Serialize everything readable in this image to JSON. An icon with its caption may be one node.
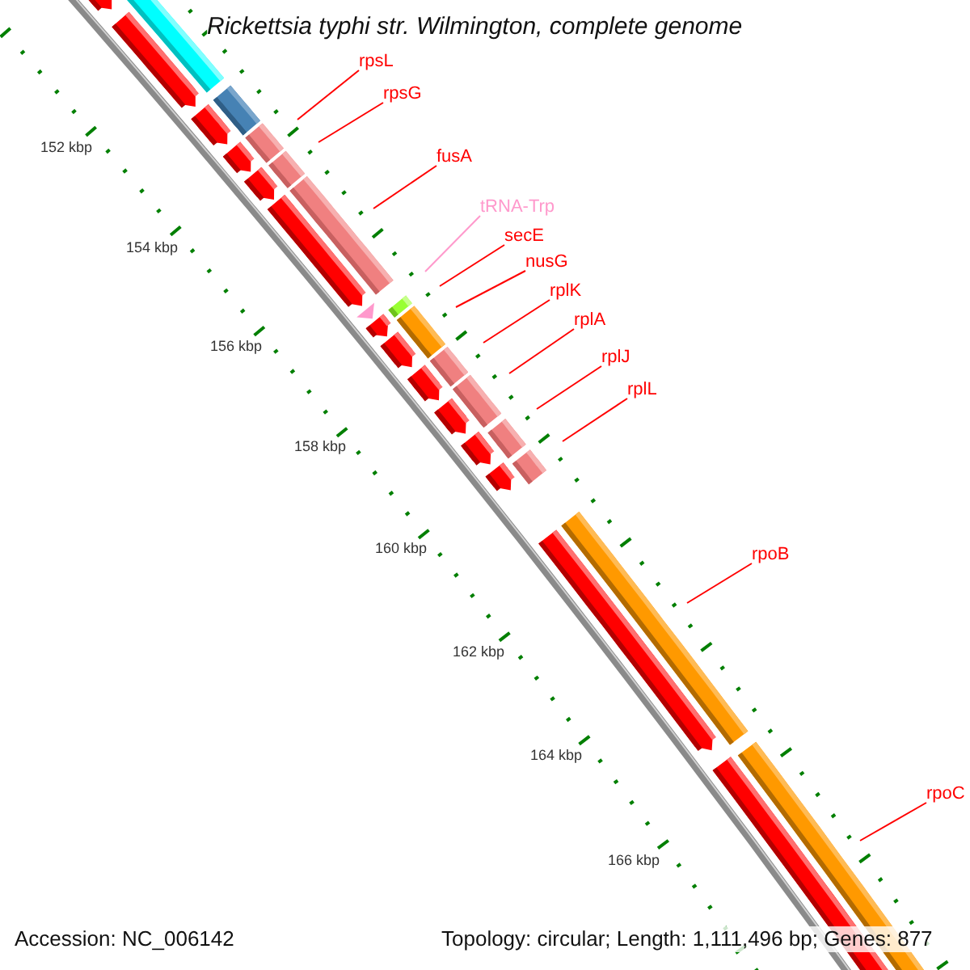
{
  "diagram": {
    "title": "Rickettsia typhi str. Wilmington, complete genome",
    "nodes": [
      {
        "text": [
          "rpsL"
        ]
      },
      {
        "text": [
          "rpsG"
        ]
      },
      {
        "text": [
          "fusA"
        ]
      },
      {
        "text": [
          "tRNA-Trp"
        ]
      },
      {
        "text": [
          "secE"
        ]
      },
      {
        "text": [
          "nusG"
        ]
      },
      {
        "text": [
          "rplK"
        ]
      },
      {
        "text": [
          "rplA"
        ]
      },
      {
        "text": [
          "rplJ"
        ]
      },
      {
        "text": [
          "rplL"
        ]
      },
      {
        "text": [
          "rpoB"
        ]
      },
      {
        "text": [
          "rpoC"
        ]
      }
    ],
    "edges": [
      {
        "from": 0,
        "to": null,
        "arrow": "none"
      },
      {
        "from": 1,
        "to": null,
        "arrow": "none"
      },
      {
        "from": 2,
        "to": null,
        "arrow": "none"
      },
      {
        "from": 3,
        "to": null,
        "arrow": "none",
        "color": "#ff99cc"
      },
      {
        "from": 4,
        "to": null,
        "arrow": "none"
      },
      {
        "from": 5,
        "to": null,
        "arrow": "none"
      },
      {
        "from": 6,
        "to": null,
        "arrow": "none"
      },
      {
        "from": 7,
        "to": null,
        "arrow": "none"
      },
      {
        "from": 8,
        "to": null,
        "arrow": "none"
      },
      {
        "from": 9,
        "to": null,
        "arrow": "none"
      },
      {
        "from": 10,
        "to": null,
        "arrow": "none"
      },
      {
        "from": 11,
        "to": null,
        "arrow": "none"
      }
    ],
    "labels": [
      "152 kbp",
      "154 kbp",
      "156 kbp",
      "158 kbp",
      "160 kbp",
      "162 kbp",
      "164 kbp",
      "166 kbp",
      "Accession: NC_006142",
      "Topology: circular; Length: 1,111,496 bp; Genes: 877"
    ]
  }
}
